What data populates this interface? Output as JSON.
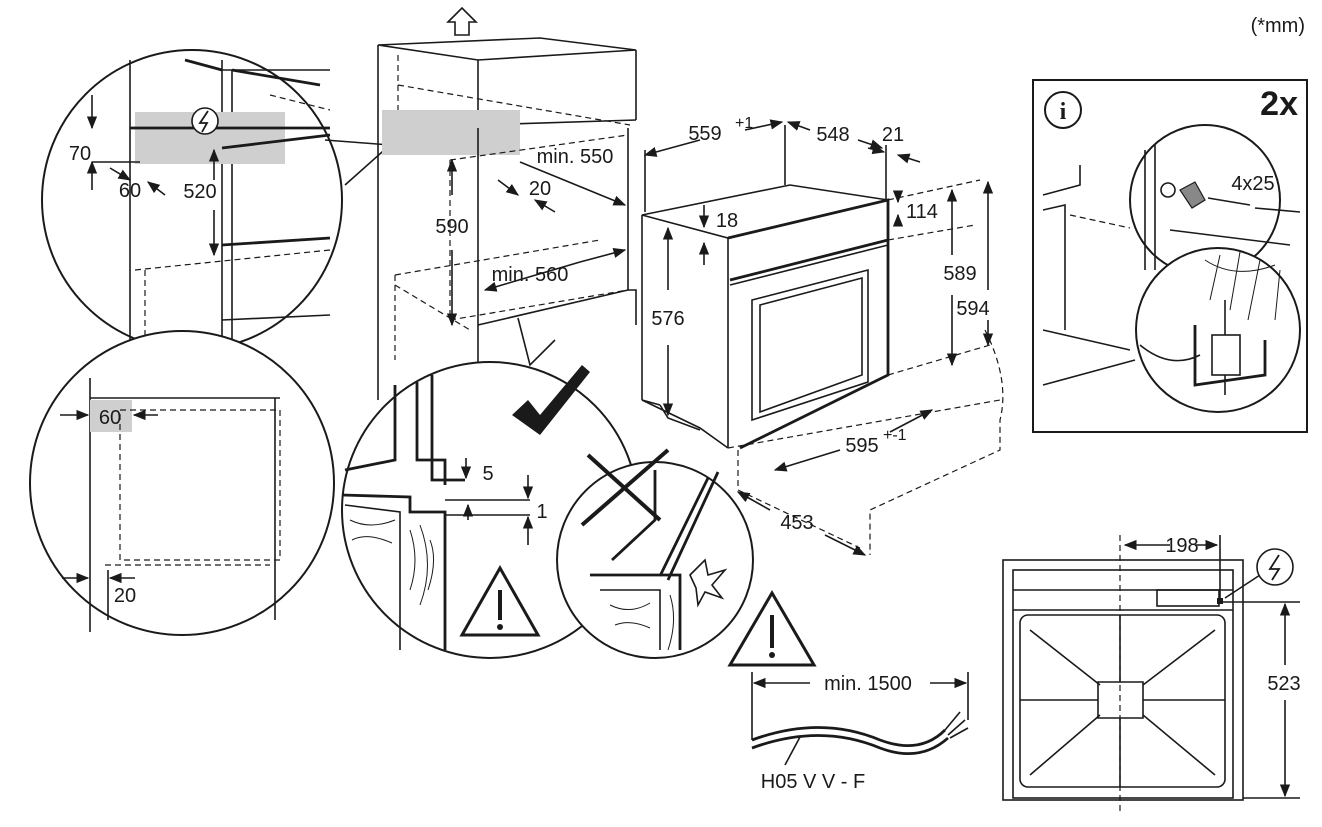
{
  "unit_note": "(*mm)",
  "info": {
    "icon": "info-icon",
    "multiplier": "2x",
    "screw": "4x25"
  },
  "electric_icon": "electric-hazard-icon",
  "warning_icon": "warning-triangle-icon",
  "check_icon": "checkmark-icon",
  "cross_icon": "cross-icon",
  "dimensions": {
    "d70": "70",
    "d60_top": "60",
    "d520": "520",
    "d60_side": "60",
    "d20_side": "20",
    "d590": "590",
    "min550": "min. 550",
    "d20_niche": "20",
    "min560": "min. 560",
    "d5": "5",
    "d1": "1",
    "d559": "559",
    "d559_sup": "+1",
    "d548": "548",
    "d21": "21",
    "d18": "18",
    "d114": "114",
    "d576": "576",
    "d589": "589",
    "d594": "594",
    "d595": "595",
    "d595_sup": "+-1",
    "d453": "453",
    "min1500": "min. 1500",
    "cable": "H05 V V - F",
    "d198": "198",
    "d523": "523"
  }
}
